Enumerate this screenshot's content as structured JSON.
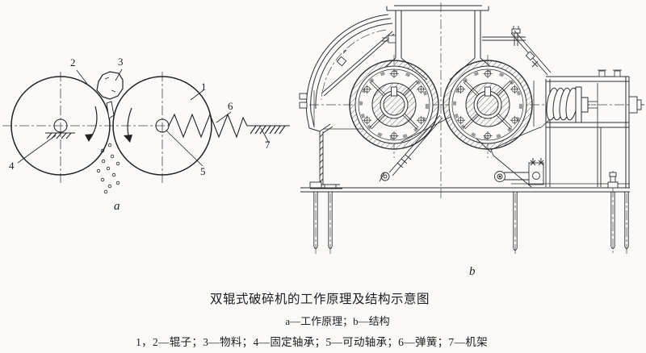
{
  "caption": {
    "title": "双辊式破碎机的工作原理及结构示意图",
    "subtitle": "a—工作原理；b—结构",
    "legend": "1，2—辊子；3—物料；4—固定轴承；5—可动轴承；6—弹簧；7—机架"
  },
  "figure_a": {
    "label": "a",
    "callouts": [
      "1",
      "2",
      "3",
      "4",
      "5",
      "6",
      "7"
    ]
  },
  "figure_b": {
    "label": "b"
  },
  "colors": {
    "paper": "#fbfaf8",
    "ink": "#2f2f2f"
  }
}
